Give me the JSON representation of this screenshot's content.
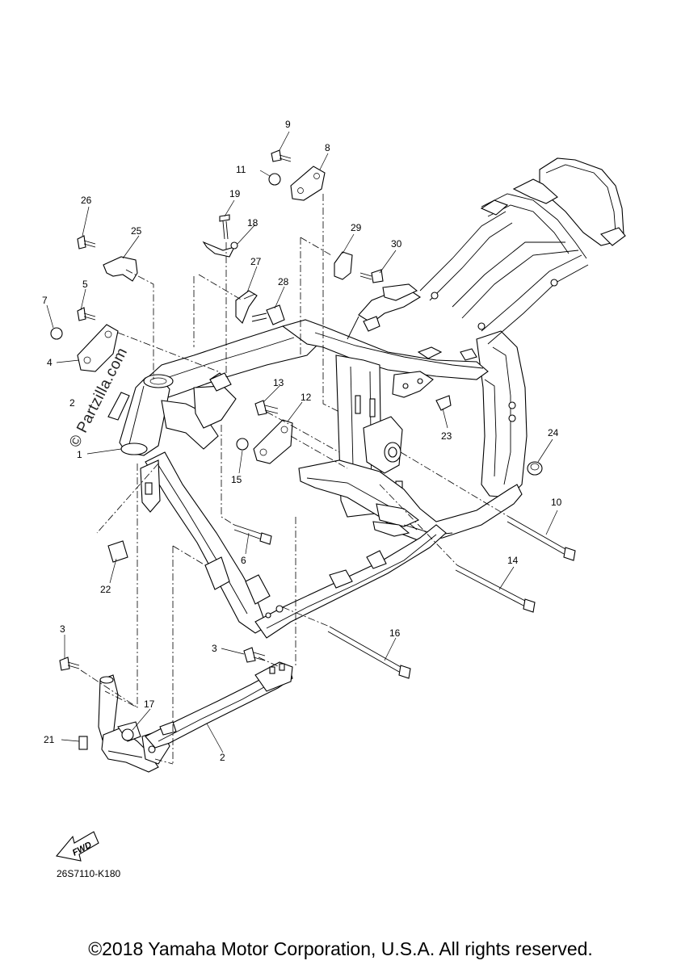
{
  "callouts": {
    "c1": "1",
    "c2a": "2",
    "c2b": "2",
    "c3a": "3",
    "c3b": "3",
    "c4": "4",
    "c5": "5",
    "c6": "6",
    "c7": "7",
    "c8": "8",
    "c9": "9",
    "c10": "10",
    "c11": "11",
    "c12": "12",
    "c13": "13",
    "c14": "14",
    "c15": "15",
    "c16": "16",
    "c17": "17",
    "c18": "18",
    "c19": "19",
    "c21": "21",
    "c22": "22",
    "c23": "23",
    "c24": "24",
    "c25": "25",
    "c26": "26",
    "c27": "27",
    "c28": "28",
    "c29": "29",
    "c30": "30"
  },
  "watermark": "© Partzilla.com",
  "fwd_label": "FWD",
  "diagram_code": "26S7110-K180",
  "copyright": "©2018 Yamaha Motor Corporation, U.S.A. All rights reserved."
}
